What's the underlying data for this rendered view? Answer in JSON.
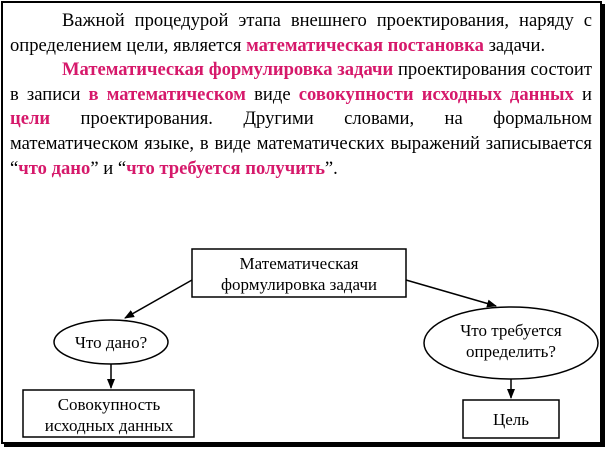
{
  "paragraph1": [
    {
      "text": "Важной процедурой этапа внешнего проектирования, наряду с определением цели, является ",
      "hl": false
    },
    {
      "text": "математическая постановка",
      "hl": true
    },
    {
      "text": " задачи.",
      "hl": false
    }
  ],
  "paragraph2": [
    {
      "text": "Математическая формулировка задачи",
      "hl": true
    },
    {
      "text": " проектиро­вания состоит в записи ",
      "hl": false
    },
    {
      "text": "в математическом",
      "hl": true
    },
    {
      "text": " виде ",
      "hl": false
    },
    {
      "text": "совокуп­ности исходных данных",
      "hl": true
    },
    {
      "text": " и ",
      "hl": false
    },
    {
      "text": "цели",
      "hl": true
    },
    {
      "text": " проектирования. Другими словами, на формальном математическом языке, в виде математических выражений записывается “",
      "hl": false
    },
    {
      "text": "что дано",
      "hl": true
    },
    {
      "text": "” и “",
      "hl": false
    },
    {
      "text": "что требуется получить",
      "hl": true
    },
    {
      "text": "”.",
      "hl": false
    }
  ],
  "diagram": {
    "top_box": {
      "line1": "Математическая",
      "line2": "формулировка задачи"
    },
    "left_oval": "Что дано?",
    "right_oval": {
      "line1": "Что требуется",
      "line2": "определить?"
    },
    "left_box": {
      "line1": "Совокупность",
      "line2": "исходных данных"
    },
    "right_box": "Цель"
  },
  "colors": {
    "highlight": "#d6196b",
    "text": "#000000"
  }
}
